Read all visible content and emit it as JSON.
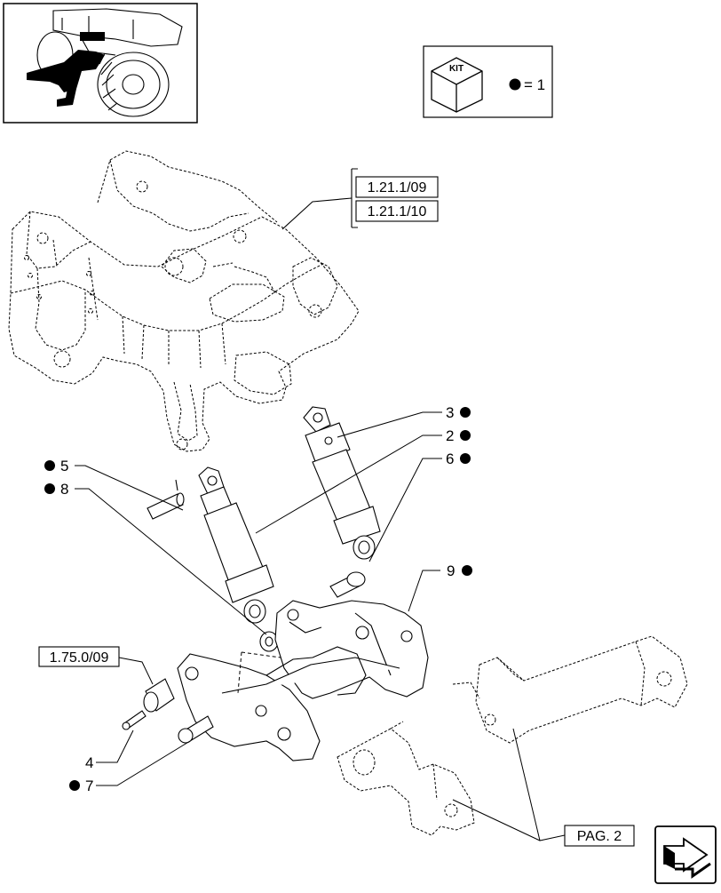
{
  "kit_legend": {
    "kit_label": "KIT",
    "equals_text": "= 1"
  },
  "references": {
    "ref_1": "1.21.1/09",
    "ref_2": "1.21.1/10",
    "ref_3": "1.75.0/09",
    "page_ref": "PAG. 2"
  },
  "callouts": [
    {
      "number": "3",
      "kit_marked": true
    },
    {
      "number": "2",
      "kit_marked": true
    },
    {
      "number": "6",
      "kit_marked": true
    },
    {
      "number": "9",
      "kit_marked": true
    },
    {
      "number": "5",
      "kit_marked": true
    },
    {
      "number": "8",
      "kit_marked": true
    },
    {
      "number": "4",
      "kit_marked": false
    },
    {
      "number": "7",
      "kit_marked": true
    }
  ],
  "icons": {
    "thumbnail": "tractor-front-thumbnail-icon",
    "kit": "kit-box-icon",
    "next_page": "next-page-arrow-icon"
  }
}
